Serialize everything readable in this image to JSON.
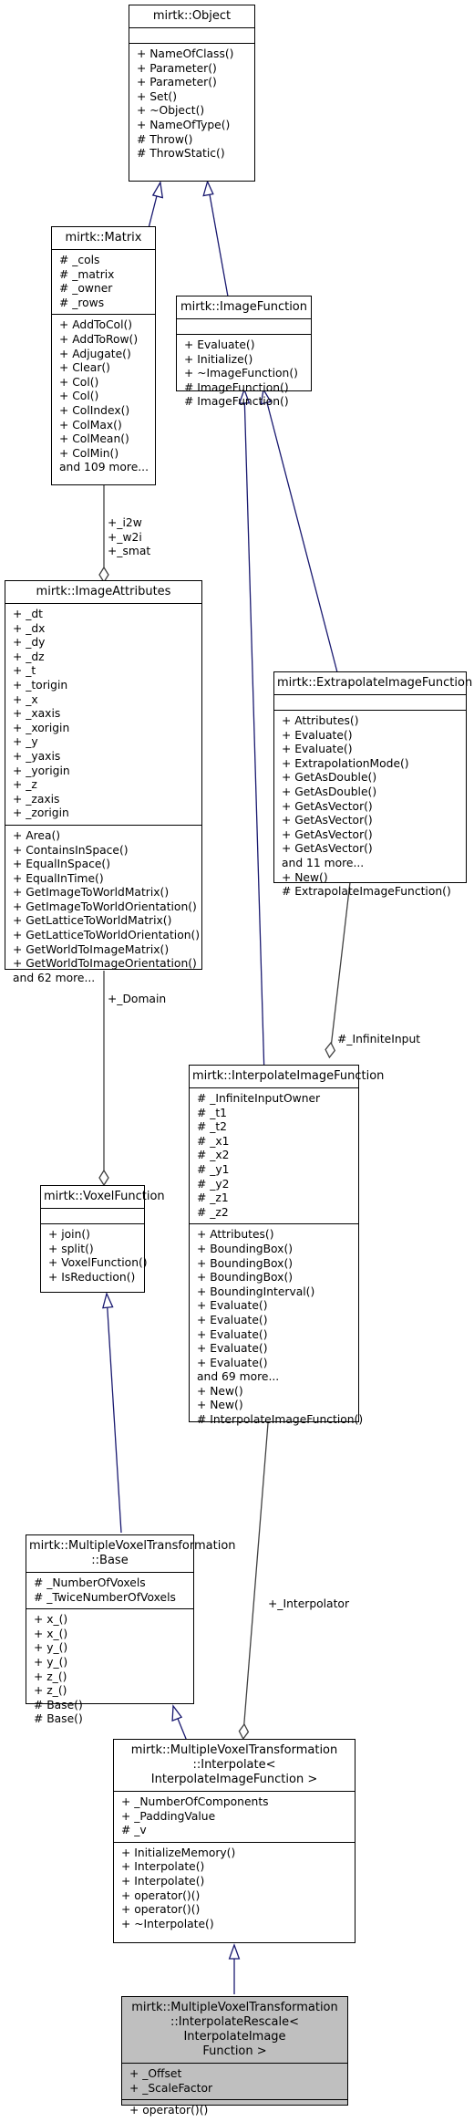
{
  "classes": {
    "object": {
      "title": [
        "mirtk::Object"
      ],
      "sections": [
        [],
        [
          "+ NameOfClass()",
          "+ Parameter()",
          "+ Parameter()",
          "+ Set()",
          "+ ~Object()",
          "+ NameOfType()",
          "# Throw()",
          "# ThrowStatic()"
        ]
      ]
    },
    "matrix": {
      "title": [
        "mirtk::Matrix"
      ],
      "sections": [
        [
          "# _cols",
          "# _matrix",
          "# _owner",
          "# _rows"
        ],
        [
          "+ AddToCol()",
          "+ AddToRow()",
          "+ Adjugate()",
          "+ Clear()",
          "+ Col()",
          "+ Col()",
          "+ ColIndex()",
          "+ ColMax()",
          "+ ColMean()",
          "+ ColMin()",
          "and 109 more..."
        ]
      ]
    },
    "imagefunction": {
      "title": [
        "mirtk::ImageFunction"
      ],
      "sections": [
        [],
        [
          "+ Evaluate()",
          "+ Initialize()",
          "+ ~ImageFunction()",
          "# ImageFunction()",
          "# ImageFunction()"
        ]
      ]
    },
    "imageattributes": {
      "title": [
        "mirtk::ImageAttributes"
      ],
      "sections": [
        [
          "+ _dt",
          "+ _dx",
          "+ _dy",
          "+ _dz",
          "+ _t",
          "+ _torigin",
          "+ _x",
          "+ _xaxis",
          "+ _xorigin",
          "+ _y",
          "+ _yaxis",
          "+ _yorigin",
          "+ _z",
          "+ _zaxis",
          "+ _zorigin"
        ],
        [
          "+ Area()",
          "+ ContainsInSpace()",
          "+ EqualInSpace()",
          "+ EqualInTime()",
          "+ GetImageToWorldMatrix()",
          "+ GetImageToWorldOrientation()",
          "+ GetLatticeToWorldMatrix()",
          "+ GetLatticeToWorldOrientation()",
          "+ GetWorldToImageMatrix()",
          "+ GetWorldToImageOrientation()",
          "and 62 more..."
        ]
      ]
    },
    "extrapolate": {
      "title": [
        "mirtk::ExtrapolateImageFunction"
      ],
      "sections": [
        [],
        [
          "+ Attributes()",
          "+ Evaluate()",
          "+ Evaluate()",
          "+ ExtrapolationMode()",
          "+ GetAsDouble()",
          "+ GetAsDouble()",
          "+ GetAsVector()",
          "+ GetAsVector()",
          "+ GetAsVector()",
          "+ GetAsVector()",
          "and 11 more...",
          "+ New()",
          "# ExtrapolateImageFunction()"
        ]
      ]
    },
    "voxelfunction": {
      "title": [
        "mirtk::VoxelFunction"
      ],
      "sections": [
        [],
        [
          "+ join()",
          "+ split()",
          "+ VoxelFunction()",
          "+ IsReduction()"
        ]
      ]
    },
    "interpolate": {
      "title": [
        "mirtk::InterpolateImageFunction"
      ],
      "sections": [
        [
          "# _InfiniteInputOwner",
          "# _t1",
          "# _t2",
          "# _x1",
          "# _x2",
          "# _y1",
          "# _y2",
          "# _z1",
          "# _z2"
        ],
        [
          "+ Attributes()",
          "+ BoundingBox()",
          "+ BoundingBox()",
          "+ BoundingBox()",
          "+ BoundingInterval()",
          "+ Evaluate()",
          "+ Evaluate()",
          "+ Evaluate()",
          "+ Evaluate()",
          "+ Evaluate()",
          "and 69 more...",
          "+ New()",
          "+ New()",
          "# InterpolateImageFunction()"
        ]
      ]
    },
    "mvtbase": {
      "title": [
        "mirtk::MultipleVoxelTransformation",
        "::Base"
      ],
      "sections": [
        [
          "# _NumberOfVoxels",
          "# _TwiceNumberOfVoxels"
        ],
        [
          "+ x_()",
          "+ x_()",
          "+ y_()",
          "+ y_()",
          "+ z_()",
          "+ z_()",
          "# Base()",
          "# Base()"
        ]
      ]
    },
    "mvtinterpolate": {
      "title": [
        "mirtk::MultipleVoxelTransformation",
        "::Interpolate< InterpolateImageFunction >"
      ],
      "sections": [
        [
          "+ _NumberOfComponents",
          "+ _PaddingValue",
          "# _v"
        ],
        [
          "+ InitializeMemory()",
          "+ Interpolate()",
          "+ Interpolate()",
          "+ operator()()",
          "+ operator()()",
          "+ ~Interpolate()"
        ]
      ]
    },
    "mvtrescale": {
      "title": [
        "mirtk::MultipleVoxelTransformation",
        "::InterpolateRescale< InterpolateImage",
        "Function >"
      ],
      "sections": [
        [
          "+ _Offset",
          "+ _ScaleFactor"
        ],
        [
          "+ operator()()"
        ]
      ]
    }
  },
  "edge_labels": {
    "matrix_attrs": [
      "+_i2w",
      "+_w2i",
      "+_smat"
    ],
    "domain": [
      "+_Domain"
    ],
    "infinite_input": [
      "#_InfiniteInput"
    ],
    "interpolator": [
      "+_Interpolator"
    ]
  },
  "colors": {
    "inheritance": "#191970",
    "association": "#404040",
    "highlight_fill": "#bfbfbf"
  }
}
